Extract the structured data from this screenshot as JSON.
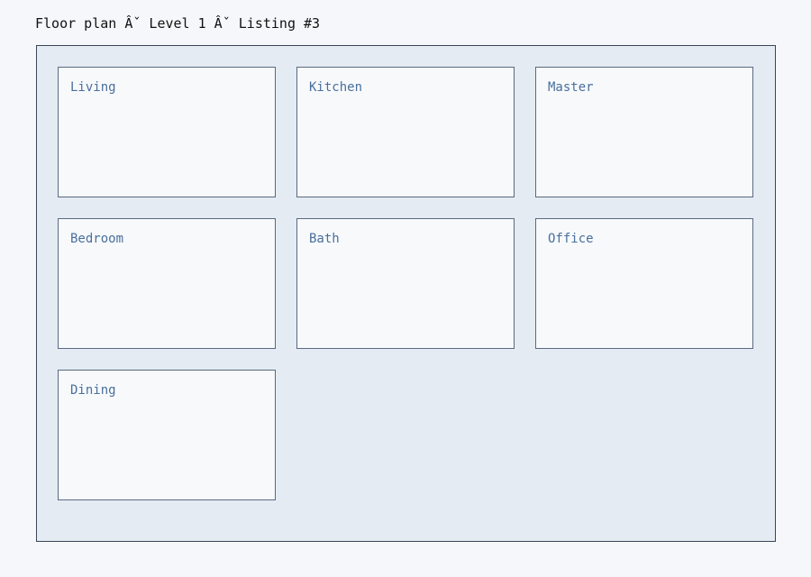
{
  "page": {
    "title": "Floor plan Âˇ Level 1 Âˇ Listing #3"
  },
  "rooms": [
    {
      "label": "Living"
    },
    {
      "label": "Kitchen"
    },
    {
      "label": "Master"
    },
    {
      "label": "Bedroom"
    },
    {
      "label": "Bath"
    },
    {
      "label": "Office"
    },
    {
      "label": "Dining"
    }
  ],
  "colors": {
    "background": "#f5f7fa",
    "plan_fill": "#e5ebf3",
    "plan_border": "#3a4657",
    "room_fill": "#f7f9fb",
    "room_border": "#5a6a80",
    "room_label": "#4a6f9c",
    "title_text": "#111111"
  }
}
